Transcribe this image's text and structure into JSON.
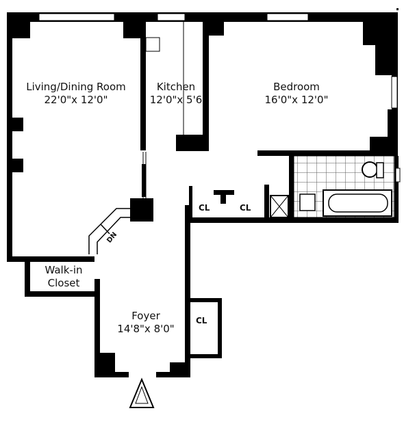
{
  "rooms": [
    {
      "name": "Living/Dining Room",
      "dims": "22'0\"x 12'0\""
    },
    {
      "name": "Kitchen",
      "dims": "12'0\"x 5'6"
    },
    {
      "name": "Bedroom",
      "dims": "16'0\"x 12'0\""
    },
    {
      "name": "Foyer",
      "dims": "14'8\"x 8'0\""
    }
  ],
  "walk_in_closet": {
    "line1": "Walk-in",
    "line2": "Closet"
  },
  "closet_label": "CL",
  "stairs_label": "DN",
  "icons": [
    "entrance-arrow-icon",
    "stair-icon",
    "shower-icon",
    "toilet-icon",
    "sink-icon",
    "bathtub-icon"
  ],
  "colors": {
    "wall": "#000000",
    "background": "#ffffff",
    "tile": "#555555"
  }
}
